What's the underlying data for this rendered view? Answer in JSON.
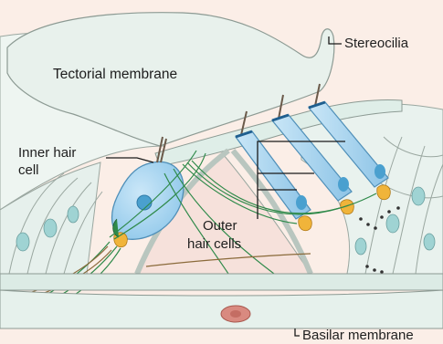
{
  "labels": {
    "stereocilia": "Stereocilia",
    "tectorial_membrane": "Tectorial membrane",
    "inner_hair_cell_line1": "Inner hair",
    "inner_hair_cell_line2": "cell",
    "outer_hair_cells_line1": "Outer",
    "outer_hair_cells_line2": "hair cells",
    "basilar_membrane": "Basilar membrane"
  },
  "colors": {
    "background": "#fbeee7",
    "tissue_fill": "#eaf3ef",
    "tissue_outline": "#8c9a93",
    "hair_cell_fill": "#a9d6f2",
    "hair_cell_dark": "#6fb6e0",
    "nucleus": "#4aa0cf",
    "nerve_green": "#2f8a4a",
    "nucleus_teal": "#9fd3d3",
    "terminal_orange": "#f0b43a",
    "vessel_red": "#d98a80"
  }
}
